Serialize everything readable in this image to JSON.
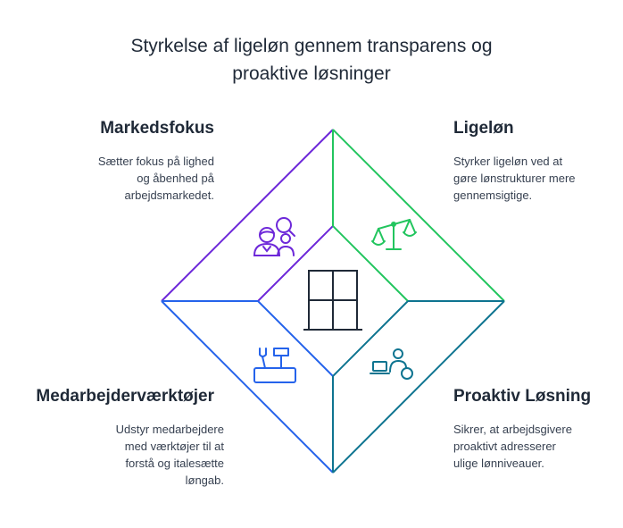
{
  "title": {
    "line1": "Styrkelse af ligeløn gennem transparens og",
    "line2": "proaktive løsninger"
  },
  "sections": {
    "top_left": {
      "heading": "Markedsfokus",
      "lines": [
        "Sætter fokus på lighed",
        "og åbenhed på",
        "arbejdsmarkedet."
      ],
      "icon": "people-search-icon",
      "color": "#6d28d9"
    },
    "top_right": {
      "heading": "Ligeløn",
      "lines": [
        "Styrker ligeløn ved at",
        "gøre lønstrukturer mere",
        "gennemsigtige."
      ],
      "icon": "scales-icon",
      "color": "#22c55e"
    },
    "bottom_left": {
      "heading": "Medarbejderværktøjer",
      "lines": [
        "Udstyr medarbejdere",
        "med værktøjer til at",
        "forstå og italesætte",
        "løngab."
      ],
      "icon": "toolbox-icon",
      "color": "#2563eb"
    },
    "bottom_right": {
      "heading": "Proaktiv Løsning",
      "lines": [
        "Sikrer, at arbejdsgivere",
        "proaktivt adresserer",
        "ulige lønniveauer."
      ],
      "icon": "person-laptop-icon",
      "color": "#0e7490"
    }
  },
  "center": {
    "icon": "window-icon",
    "color": "#1f2937"
  }
}
